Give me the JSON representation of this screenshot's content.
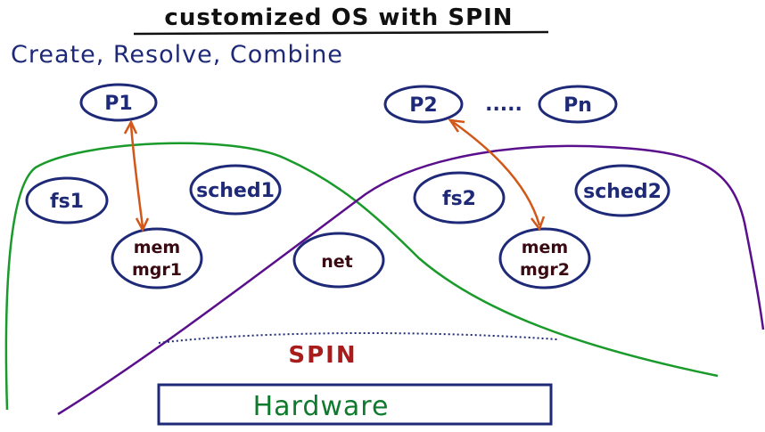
{
  "title": "customized OS with SPIN",
  "subtitle": "Create, Resolve, Combine",
  "processes": {
    "p1": "P1",
    "p2": "P2",
    "dots": ".....",
    "pn": "Pn"
  },
  "services": {
    "fs1": "fs1",
    "sched1": "sched1",
    "mem1_line1": "mem",
    "mem1_line2": "mgr1",
    "net": "net",
    "fs2": "fs2",
    "sched2": "sched2",
    "mem2_line1": "mem",
    "mem2_line2": "mgr2"
  },
  "spin_label": "SPIN",
  "hardware_label": "Hardware",
  "colors": {
    "ink_blue": "#1e2a78",
    "extension_green": "#1a9a2a",
    "extension_purple": "#5a0f8c",
    "arrow_orange": "#d2581a",
    "spin_red": "#a81c1c",
    "hardware_green": "#0f7a2e"
  }
}
